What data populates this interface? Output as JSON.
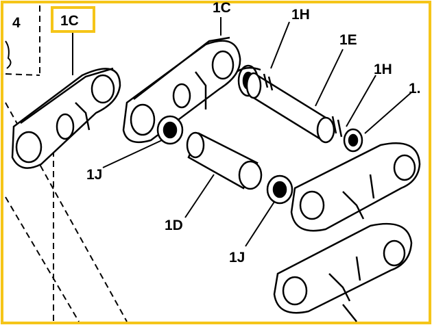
{
  "diagram": {
    "highlight_color": "#f5c518",
    "line_color": "#000000",
    "callout_label": "1C",
    "labels": {
      "four": "4",
      "one_c_top": "1C",
      "one_c_top_cut": "1C",
      "one_h_top": "1H",
      "one_e": "1E",
      "one_h_right": "1H",
      "one_right_cut": "1.",
      "one_j_left": "1J",
      "one_d": "1D",
      "one_j_bottom": "1J"
    }
  }
}
